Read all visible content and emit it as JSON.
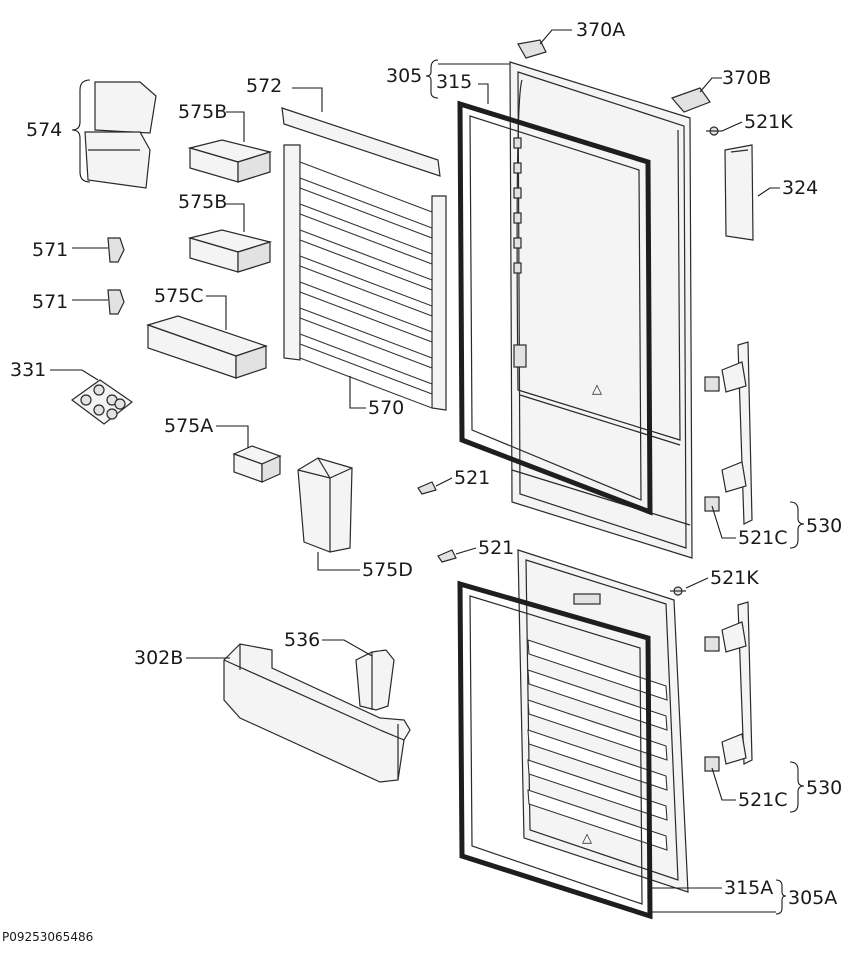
{
  "labels": {
    "p370a": "370A",
    "p305": "305",
    "p315": "315",
    "p370b": "370B",
    "p521k_top": "521K",
    "p324": "324",
    "p572": "572",
    "p574": "574",
    "p575b_1": "575B",
    "p575b_2": "575B",
    "p571_1": "571",
    "p571_2": "571",
    "p575c": "575C",
    "p331": "331",
    "p570": "570",
    "p575a": "575A",
    "p521_1": "521",
    "p521_2": "521",
    "p575d": "575D",
    "p521c_1": "521C",
    "p530_1": "530",
    "p521k_bot": "521K",
    "p536": "536",
    "p302b": "302B",
    "p521c_2": "521C",
    "p530_2": "530",
    "p315a": "315A",
    "p305a": "305A"
  },
  "document_code": "P09253065486"
}
